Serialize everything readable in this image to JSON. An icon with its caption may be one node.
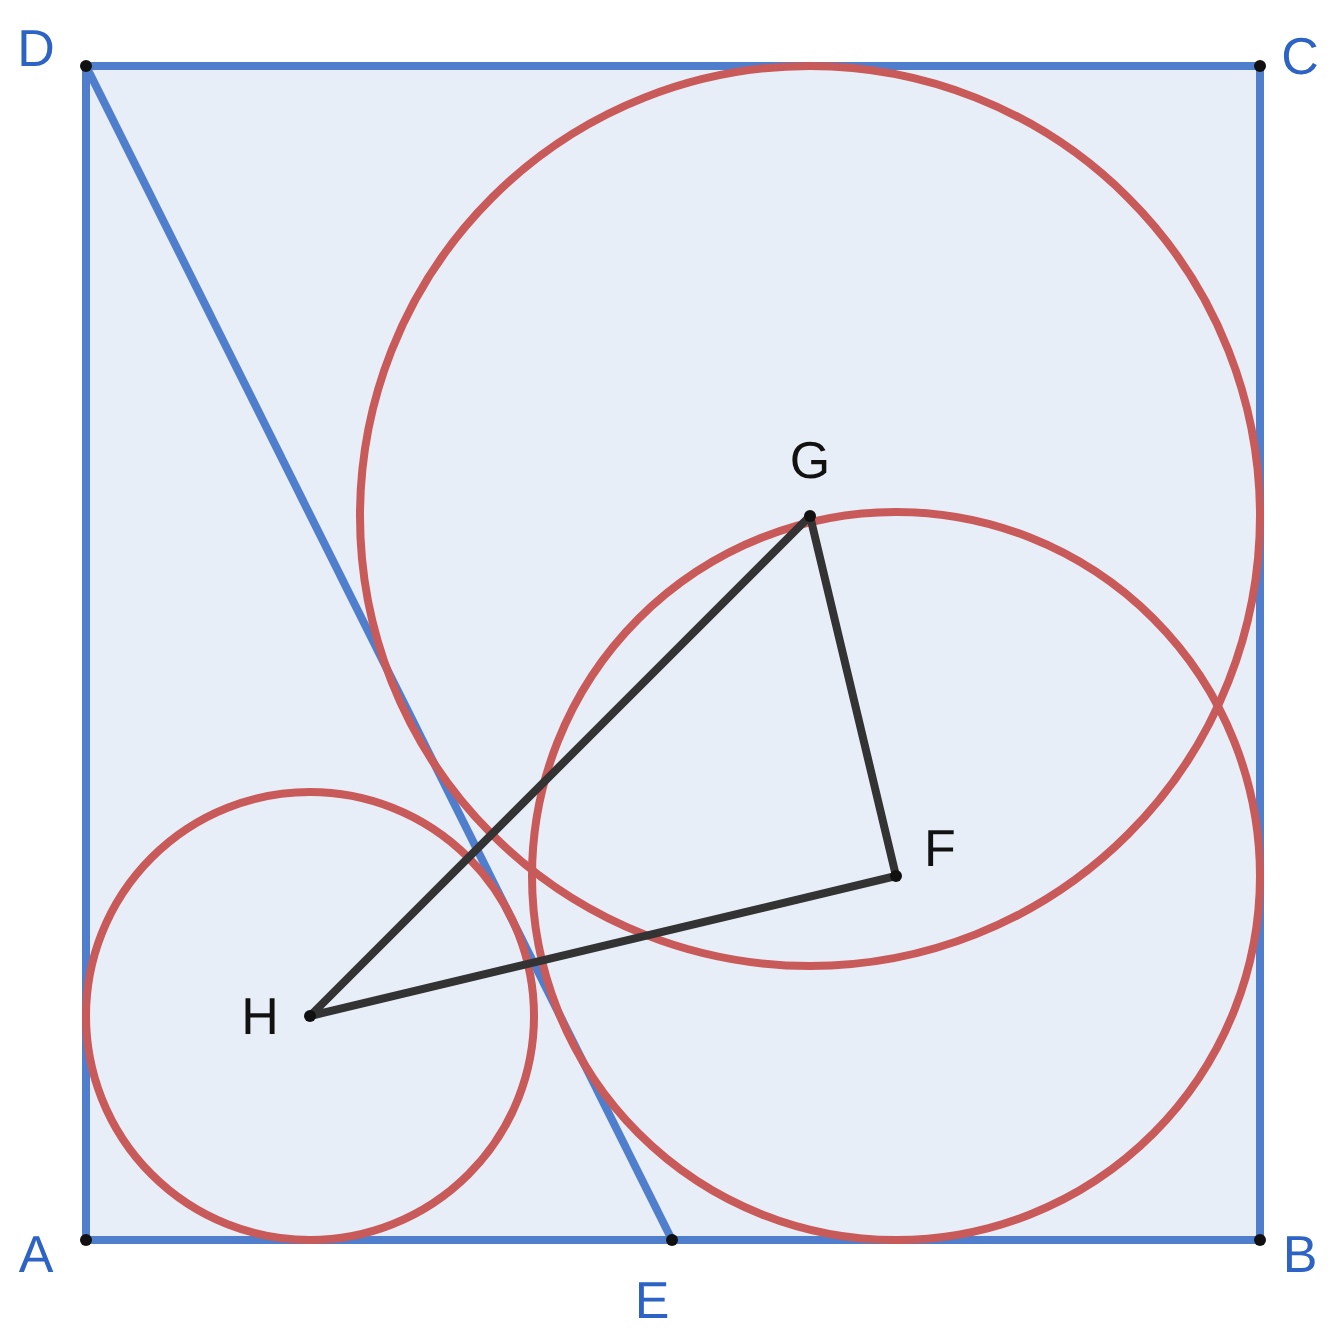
{
  "diagram": {
    "labels": [
      "D",
      "C",
      "G",
      "F",
      "H",
      "A",
      "B",
      "E"
    ]
  }
}
